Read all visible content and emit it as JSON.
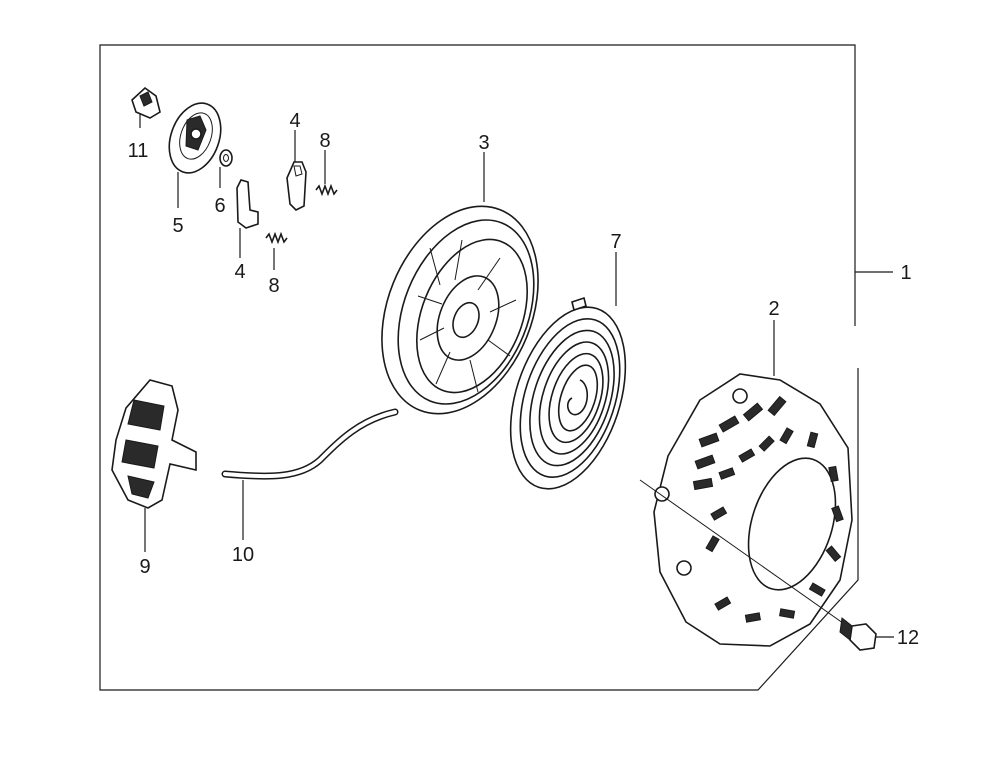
{
  "diagram": {
    "type": "exploded-parts-view",
    "colors": {
      "ink": "#1a1a1a",
      "background": "#ffffff"
    },
    "parts": [
      {
        "id": "1",
        "label": "1"
      },
      {
        "id": "2",
        "label": "2"
      },
      {
        "id": "3",
        "label": "3"
      },
      {
        "id": "4a",
        "label": "4"
      },
      {
        "id": "4b",
        "label": "4"
      },
      {
        "id": "5",
        "label": "5"
      },
      {
        "id": "6",
        "label": "6"
      },
      {
        "id": "7",
        "label": "7"
      },
      {
        "id": "8a",
        "label": "8"
      },
      {
        "id": "8b",
        "label": "8"
      },
      {
        "id": "9",
        "label": "9"
      },
      {
        "id": "10",
        "label": "10"
      },
      {
        "id": "11",
        "label": "11"
      },
      {
        "id": "12",
        "label": "12"
      }
    ]
  }
}
